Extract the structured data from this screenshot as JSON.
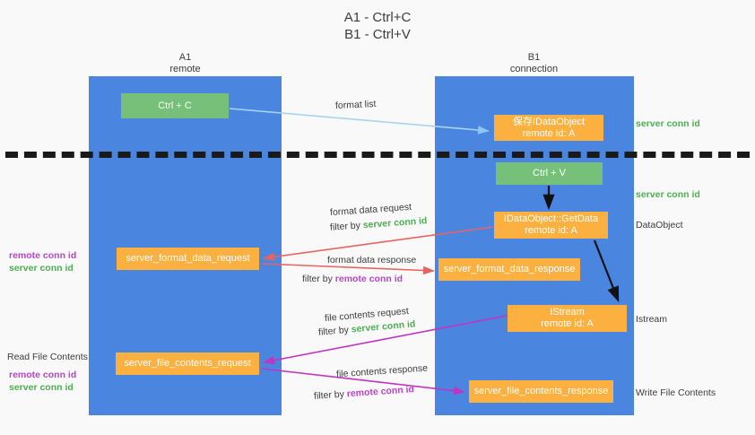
{
  "title": {
    "line1": "A1 - Ctrl+C",
    "line2": "B1 - Ctrl+V"
  },
  "columns": {
    "a1": {
      "name": "A1",
      "role": "remote"
    },
    "b1": {
      "name": "B1",
      "role": "connection"
    }
  },
  "boxes": {
    "ctrl_c": {
      "label": "Ctrl + C",
      "color": "#76c079"
    },
    "save_idataobject": {
      "line1": "保存IDataObject",
      "line2": "remote id: A",
      "color": "#fbb040"
    },
    "ctrl_v": {
      "label": "Ctrl + V",
      "color": "#76c079"
    },
    "getdata": {
      "line1": "IDataObject::GetData",
      "line2": "remote id: A",
      "color": "#fbb040"
    },
    "server_format_data_request": {
      "label": "server_format_data_request",
      "color": "#fbb040"
    },
    "server_format_data_response": {
      "label": "server_format_data_response",
      "color": "#fbb040"
    },
    "istream": {
      "line1": "IStream",
      "line2": "remote id: A",
      "color": "#fbb040"
    },
    "server_file_contents_request": {
      "label": "server_file_contents_request",
      "color": "#fbb040"
    },
    "server_file_contents_response": {
      "label": "server_file_contents_response",
      "color": "#fbb040"
    }
  },
  "edges": {
    "format_list": "format list",
    "format_data_request": "format data request",
    "format_data_request_filter_prefix": "filter by ",
    "format_data_request_filter_value": "server conn id",
    "format_data_response": "format data response",
    "format_data_response_filter_prefix": "filter by ",
    "format_data_response_filter_value": "remote conn id",
    "file_contents_request": "file contents request",
    "file_contents_request_filter_prefix": "filter by ",
    "file_contents_request_filter_value": "server conn id",
    "file_contents_response": "file contents response",
    "file_contents_response_filter_prefix": "filter by ",
    "file_contents_response_filter_value": "remote conn id"
  },
  "right_labels": {
    "server_conn_id_top": "server conn id",
    "server_conn_id_mid": "server conn id",
    "dataobject": "DataObject",
    "istream": "Istream",
    "write_file_contents": "Write File Contents"
  },
  "left_labels": {
    "read_file_contents": "Read File Contents",
    "remote_conn_id_1": "remote conn id",
    "server_conn_id_1": "server conn id",
    "remote_conn_id_2": "remote conn id",
    "server_conn_id_2": "server conn id"
  },
  "colors": {
    "column_blue": "#4a86e0",
    "green_box": "#76c079",
    "orange_box": "#fbb040",
    "server_conn_green": "#4caf50",
    "remote_conn_purple": "#b845c9",
    "arrow_light_blue": "#a8d4f0",
    "arrow_red": "#e8635f",
    "arrow_magenta": "#c035c0",
    "arrow_black": "#111111",
    "background": "#f9f9f9"
  }
}
